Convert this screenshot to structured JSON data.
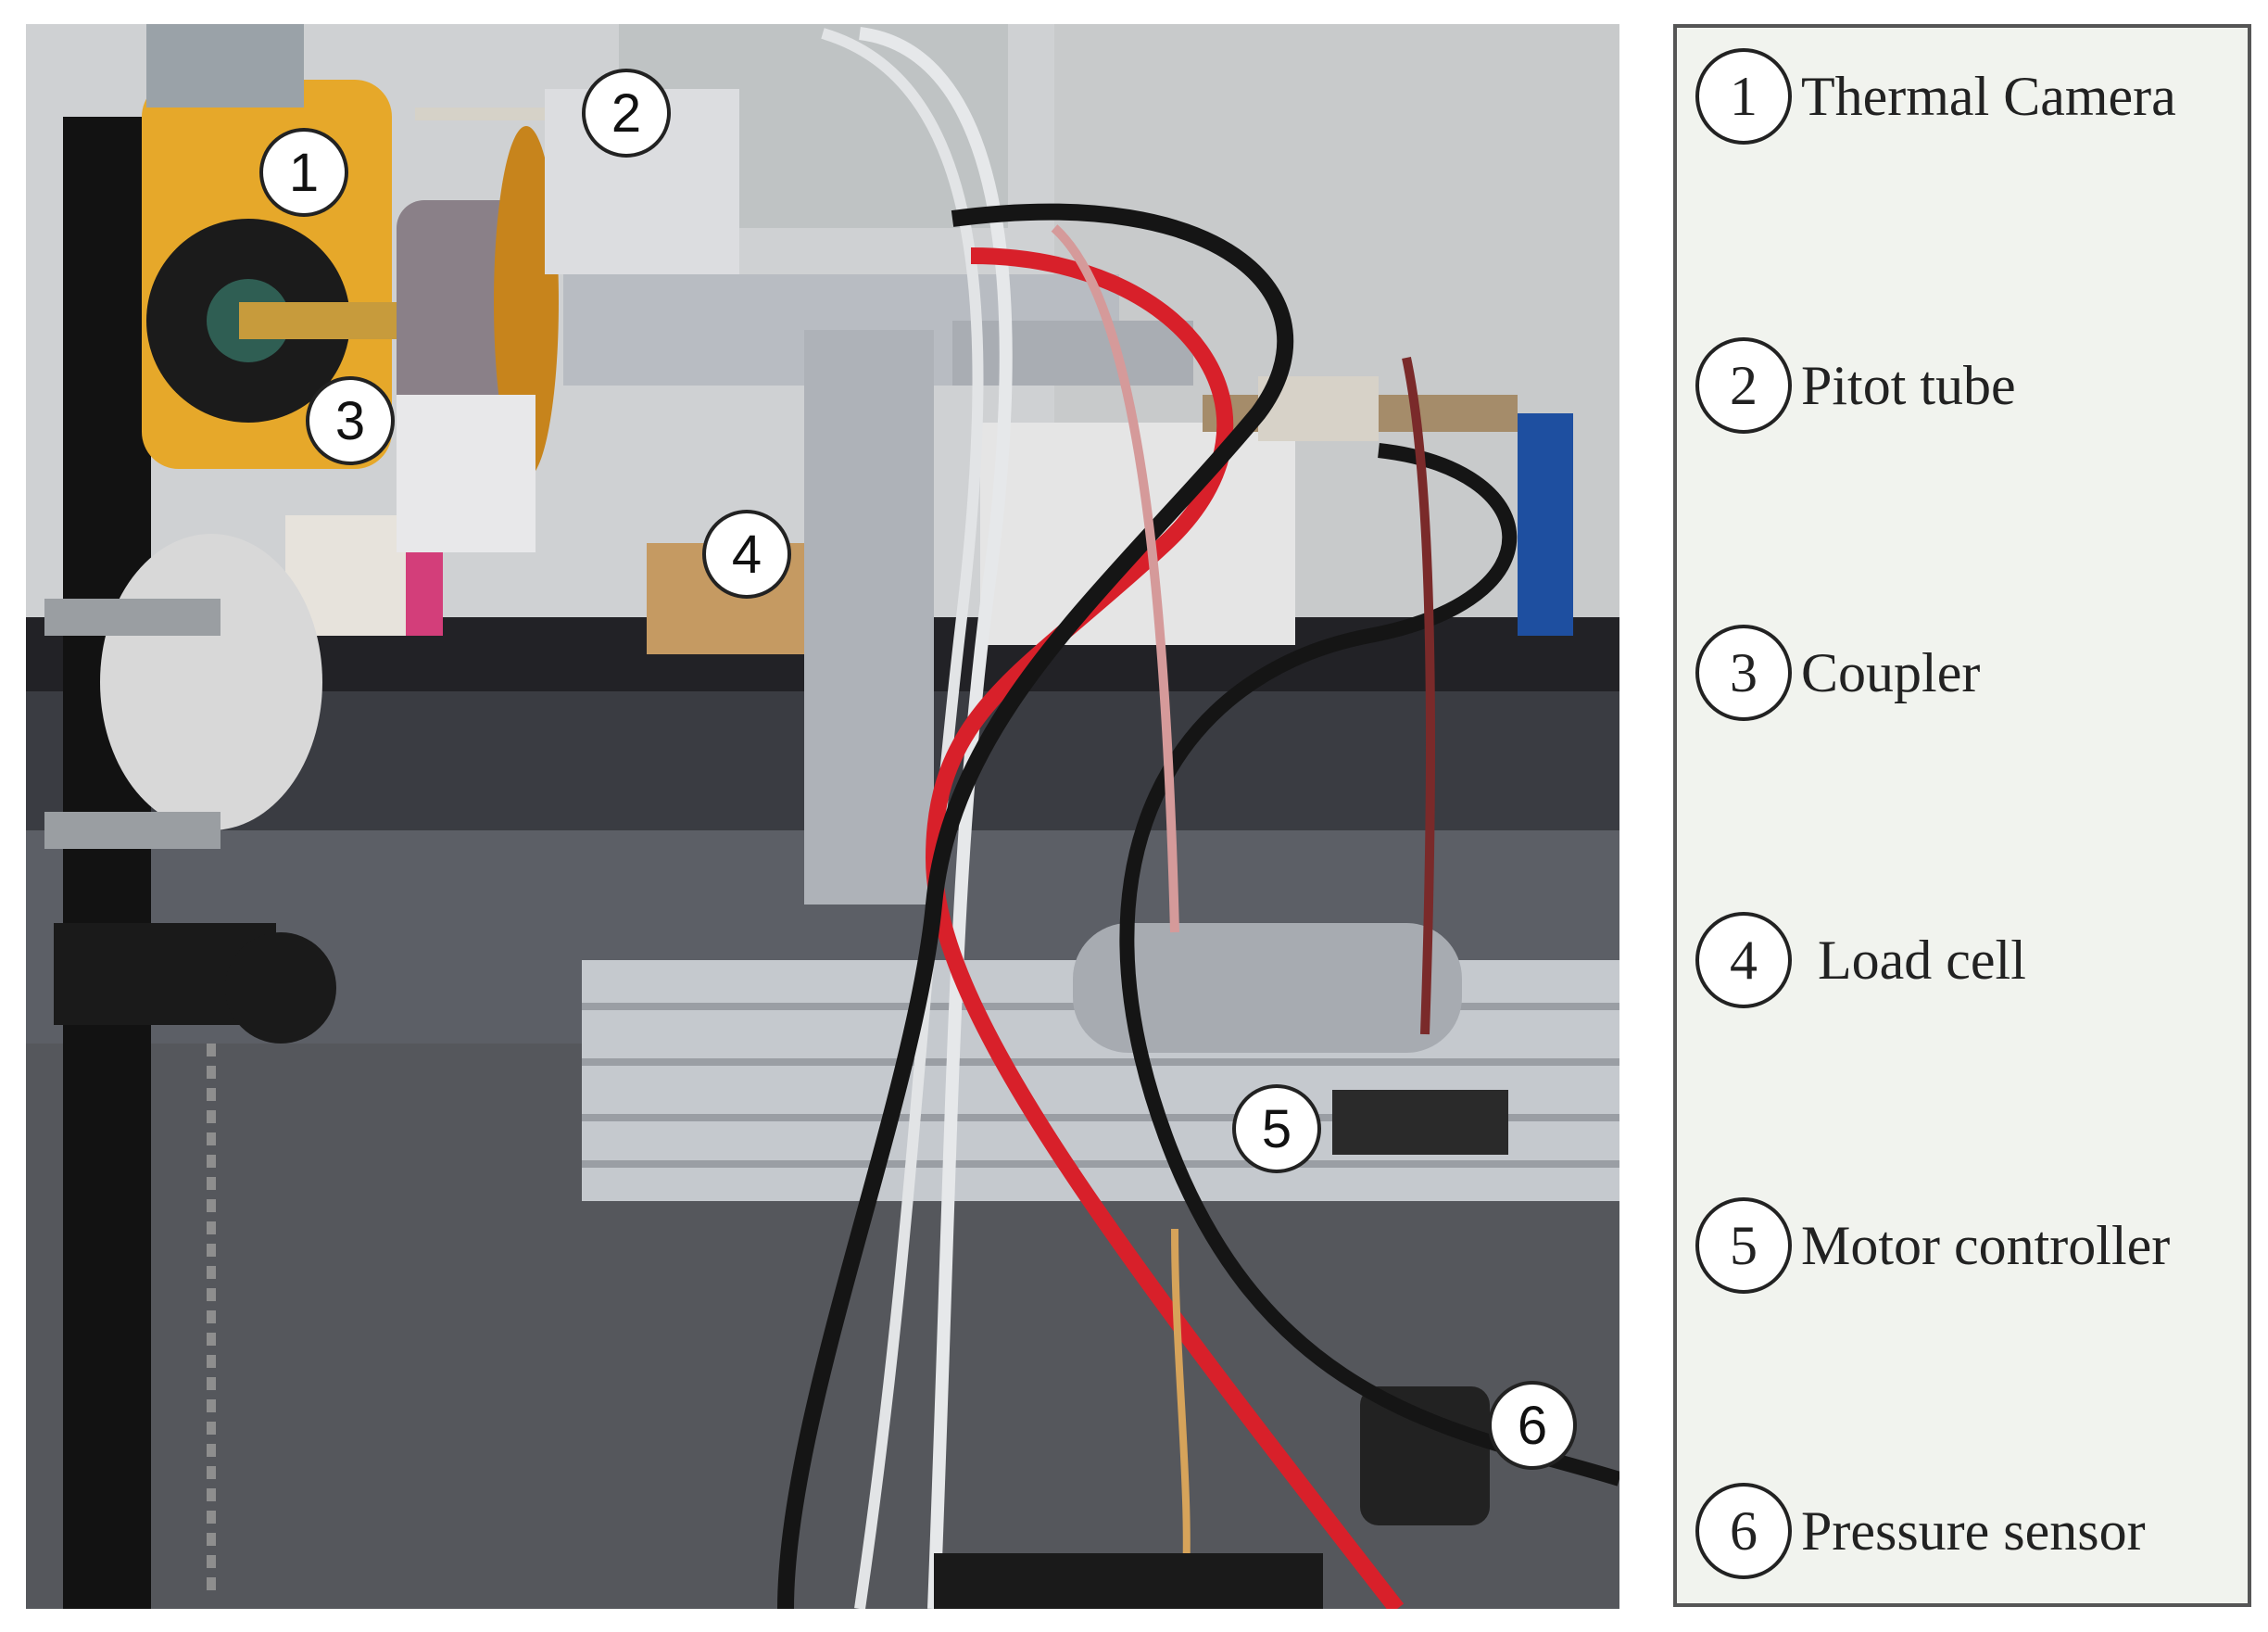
{
  "markers": [
    "1",
    "2",
    "3",
    "4",
    "5",
    "6"
  ],
  "legend": [
    {
      "num": "1",
      "label": "Thermal Camera"
    },
    {
      "num": "2",
      "label": "Pitot tube"
    },
    {
      "num": "3",
      "label": "Coupler"
    },
    {
      "num": "4",
      "label": "Load cell"
    },
    {
      "num": "5",
      "label": "Motor controller"
    },
    {
      "num": "6",
      "label": "Pressure sensor"
    }
  ],
  "colors": {
    "wall": "#cfd1d3",
    "desk": "#222226",
    "floor_panel": "#5c5f66",
    "camera_body": "#e6a82a",
    "aluminum": "#b8bcc2",
    "red_wire": "#d8202a",
    "black_wire": "#151515",
    "legend_bg": "#f1f3ee"
  }
}
